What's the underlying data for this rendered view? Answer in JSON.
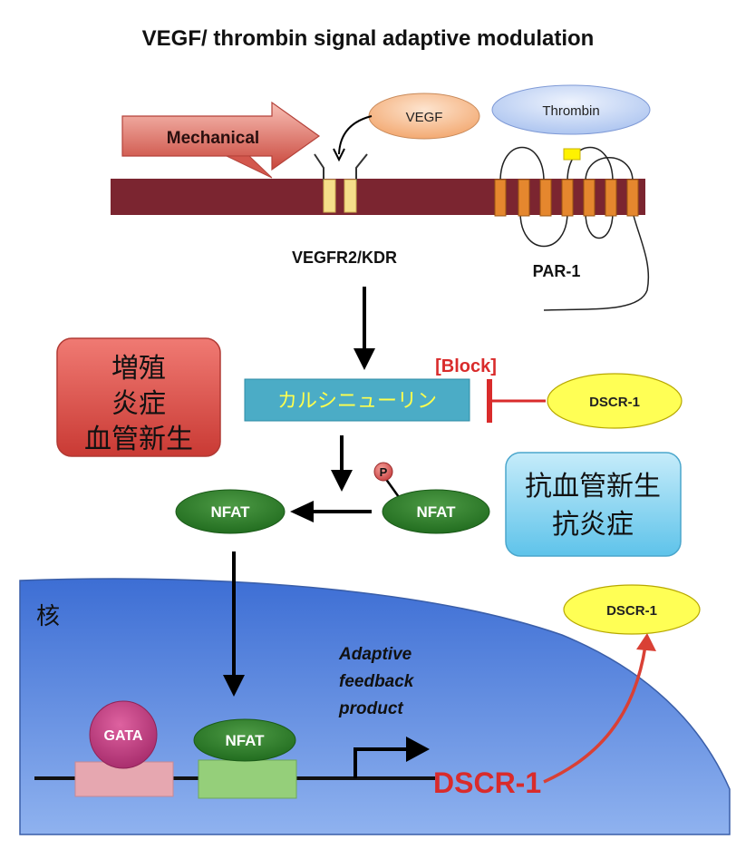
{
  "title": "VEGF/ thrombin signal adaptive modulation",
  "labels": {
    "mechanical": "Mechanical",
    "vegf": "VEGF",
    "thrombin": "Thrombin",
    "vegfr2": "VEGFR2/KDR",
    "par1": "PAR-1",
    "block": "[Block]",
    "calcineurin": "カルシニューリン",
    "dscr1_inhibitor": "DSCR-1",
    "nfat_active": "NFAT",
    "nfat_phospho": "NFAT",
    "phospho": "P",
    "nfat_nuclear": "NFAT",
    "gata": "GATA",
    "nucleus": "核",
    "adaptive_feedback": [
      "Adaptive",
      "feedback",
      "product"
    ],
    "dscr1_gene": "DSCR-1",
    "dscr1_product": "DSCR-1"
  },
  "left_box_lines": [
    "増殖",
    "炎症",
    "血管新生"
  ],
  "right_box_lines": [
    "抗血管新生",
    "抗炎症"
  ],
  "colors": {
    "membrane": "#7b2530",
    "calcineurin_fill": "#4bacc6",
    "calcineurin_text": "#ffff4d",
    "nfat_fill": "#2f7d2a",
    "dscr_fill": "#ffff55",
    "block_red": "#d92b2b",
    "nucleus_blue": "#5b82d9",
    "gata_fill": "#c2387f",
    "left_box": "#d94f48",
    "right_box": "#7fd2ef",
    "arrow_red": "#d94035",
    "receptor_yellow": "#f5de8a",
    "par_orange": "#e5872e"
  }
}
